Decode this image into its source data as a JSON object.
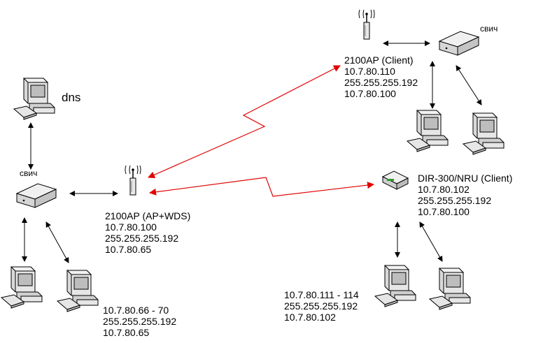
{
  "labels": {
    "dns": "dns",
    "switch_left": "свич",
    "switch_right": "свич"
  },
  "ap_main": {
    "name": "2100AP (AP+WDS)",
    "ip": "10.7.80.100",
    "mask": "255.255.255.192",
    "gateway": "10.7.80.65"
  },
  "ap_client": {
    "name": "2100AP (Client)",
    "ip": "10.7.80.110",
    "mask": "255.255.255.192",
    "gateway": "10.7.80.100"
  },
  "dir_client": {
    "name": "DIR-300/NRU (Client)",
    "ip": "10.7.80.102",
    "mask": "255.255.255.192",
    "gateway": "10.7.80.100"
  },
  "pcs_left": {
    "range": "10.7.80.66 - 70",
    "mask": "255.255.255.192",
    "gateway": "10.7.80.65"
  },
  "pcs_bottom_right": {
    "range": "10.7.80.111 - 114",
    "mask": "255.255.255.192",
    "gateway": "10.7.80.102"
  },
  "colors": {
    "wireless_link": "#e00000",
    "wired_link": "#000000",
    "pc_body": "#e8e8e8",
    "pc_screen": "#cfcfcf"
  }
}
